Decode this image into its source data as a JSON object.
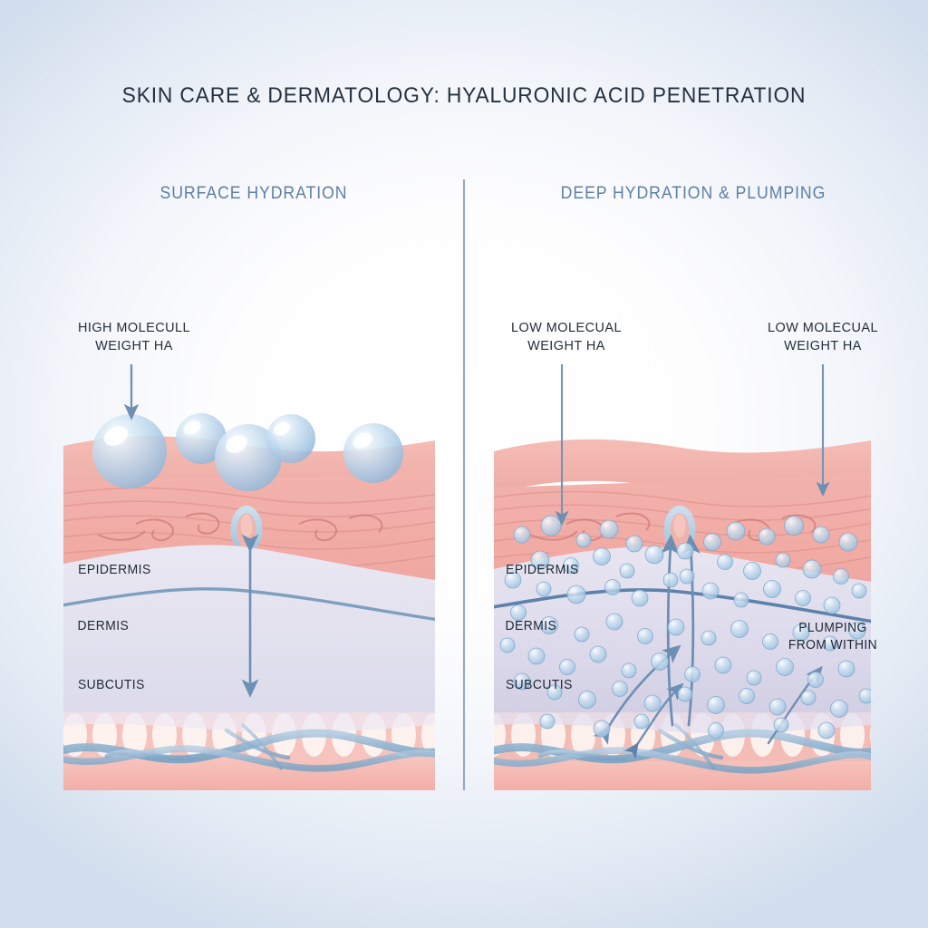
{
  "title": "SKIN CARE & DERMATOLOGY: HYALURONIC ACID PENETRATION",
  "panels": {
    "left": {
      "subtitle": "SURFACE HYDRATION",
      "callout": "HIGH MOLECULL\nWEIGHT HA",
      "callout_line1": "HIGH MOLECULL",
      "callout_line2": "WEIGHT HA",
      "layers": [
        {
          "name": "EPIDERMIS"
        },
        {
          "name": "DERMIS"
        },
        {
          "name": "SUBCUTIS"
        }
      ]
    },
    "right": {
      "subtitle": "DEEP HYDRATION & PLUMPING",
      "callout_left_line1": "LOW MOLECUAL",
      "callout_left_line2": "WEIGHT HA",
      "callout_right_line1": "LOW MOLECUAL",
      "callout_right_line2": "WEIGHT HA",
      "plumping_line1": "PLUMPING",
      "plumping_line2": "FROM WITHIN",
      "layers": [
        {
          "name": "EPIDERMIS"
        },
        {
          "name": "DERMIS"
        },
        {
          "name": "SUBCUTIS"
        }
      ]
    }
  },
  "colors": {
    "title_text": "#25313f",
    "subtitle_text": "#5d7fa4",
    "label_text": "#1e2935",
    "epidermis_pink": "#f0aaa6",
    "dermis_lavender": "#e3e2ef",
    "subcutis_pink": "#f4b9b2",
    "sphere_blue": "#a8c8e4",
    "arrow_blue": "#6e8fb4",
    "divider": "#93a9c4",
    "background_edge": "#d2deed"
  },
  "chart_data": {
    "type": "diagram",
    "title": "SKIN CARE & DERMATOLOGY: HYALURONIC ACID PENETRATION",
    "comparison": [
      {
        "panel": "left",
        "label": "SURFACE HYDRATION",
        "molecule": "HIGH MOLECULL WEIGHT HA",
        "ha_particle_count": 5,
        "ha_particle_size": "large",
        "penetration_depth": "surface only",
        "layers": [
          "EPIDERMIS",
          "DERMIS",
          "SUBCUTIS"
        ]
      },
      {
        "panel": "right",
        "label": "DEEP HYDRATION & PLUMPING",
        "molecule": "LOW MOLECUAL WEIGHT HA",
        "ha_particle_count": 96,
        "ha_particle_size": "small",
        "penetration_depth": "epidermis, dermis and subcutis",
        "layers": [
          "EPIDERMIS",
          "DERMIS",
          "SUBCUTIS"
        ],
        "annotation": "PLUMPING FROM WITHIN"
      }
    ]
  }
}
